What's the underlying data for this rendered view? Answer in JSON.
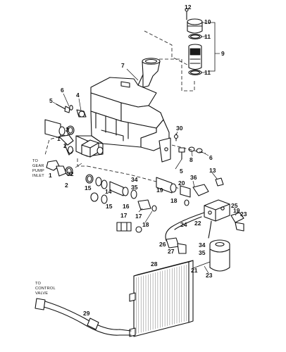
{
  "callouts": [
    {
      "id": "c12",
      "text": "12"
    },
    {
      "id": "c10",
      "text": "10"
    },
    {
      "id": "c11a",
      "text": "11"
    },
    {
      "id": "c9",
      "text": "9"
    },
    {
      "id": "c11b",
      "text": "11"
    },
    {
      "id": "c7",
      "text": "7"
    },
    {
      "id": "c6a",
      "text": "6"
    },
    {
      "id": "c4",
      "text": "4"
    },
    {
      "id": "c5",
      "text": "5"
    },
    {
      "id": "c3",
      "text": "3"
    },
    {
      "id": "c30",
      "text": "30"
    },
    {
      "id": "c1a",
      "text": "1"
    },
    {
      "id": "c2a",
      "text": "2"
    },
    {
      "id": "c8",
      "text": "8"
    },
    {
      "id": "c6b",
      "text": "6"
    },
    {
      "id": "c32",
      "text": "32"
    },
    {
      "id": "c5b",
      "text": "5"
    },
    {
      "id": "c1b",
      "text": "1"
    },
    {
      "id": "c2b",
      "text": "2"
    },
    {
      "id": "c34a",
      "text": "34"
    },
    {
      "id": "c35a",
      "text": "35"
    },
    {
      "id": "c36",
      "text": "36"
    },
    {
      "id": "c13",
      "text": "13"
    },
    {
      "id": "c15a",
      "text": "15"
    },
    {
      "id": "c14",
      "text": "14"
    },
    {
      "id": "c19a",
      "text": "19"
    },
    {
      "id": "c20",
      "text": "20"
    },
    {
      "id": "c16",
      "text": "16"
    },
    {
      "id": "c15b",
      "text": "15"
    },
    {
      "id": "c18a",
      "text": "18"
    },
    {
      "id": "c17a",
      "text": "17"
    },
    {
      "id": "c17b",
      "text": "17"
    },
    {
      "id": "c18b",
      "text": "18"
    },
    {
      "id": "c19b",
      "text": "19"
    },
    {
      "id": "c25",
      "text": "25"
    },
    {
      "id": "c23a",
      "text": "23"
    },
    {
      "id": "c24",
      "text": "24"
    },
    {
      "id": "c22",
      "text": "22"
    },
    {
      "id": "c26",
      "text": "26"
    },
    {
      "id": "c27",
      "text": "27"
    },
    {
      "id": "c34b",
      "text": "34"
    },
    {
      "id": "c35b",
      "text": "35"
    },
    {
      "id": "c28",
      "text": "28"
    },
    {
      "id": "c21",
      "text": "21"
    },
    {
      "id": "c23b",
      "text": "23"
    },
    {
      "id": "c29",
      "text": "29"
    }
  ],
  "notes": {
    "gear_pump": [
      "TO",
      "GEAR",
      "PUMP",
      "INLET"
    ],
    "control_valve": [
      "TO",
      "CONTROL",
      "VALVE"
    ]
  }
}
